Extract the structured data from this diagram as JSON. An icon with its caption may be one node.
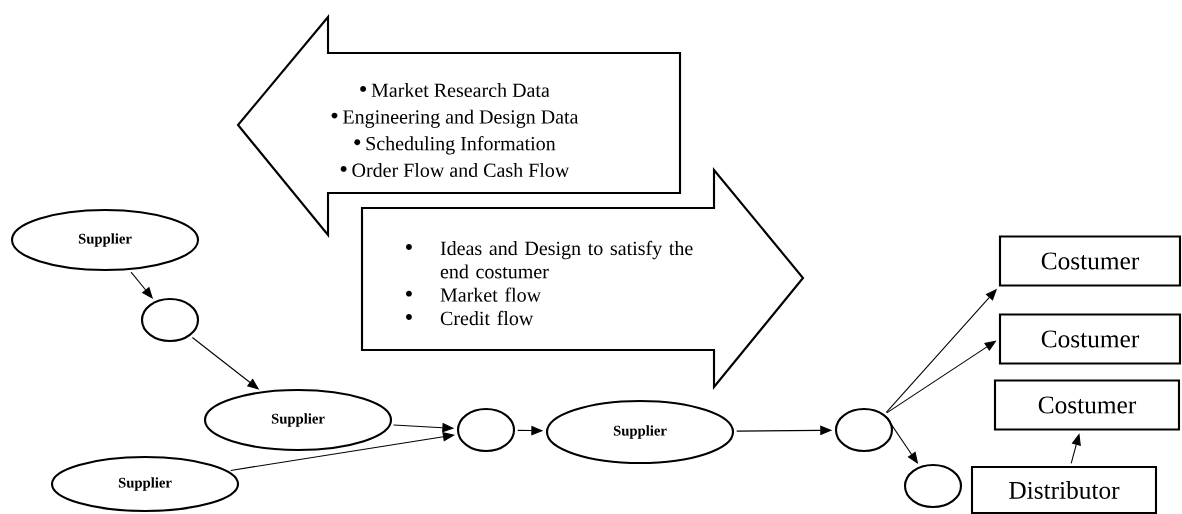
{
  "diagram": {
    "nodes": [
      {
        "text": [
          "Market Research Data",
          "Engineering and Design Data",
          "Scheduling Information",
          "Order Flow and Cash Flow"
        ]
      },
      {
        "text": [
          "Ideas and Design to satisfy the end costumer",
          "Market flow",
          "Credit flow"
        ]
      },
      {
        "text": [
          "Supplier"
        ]
      },
      {
        "text": [],
        "shape": "circle"
      },
      {
        "text": [
          "Supplier"
        ]
      },
      {
        "text": [
          "Supplier"
        ]
      },
      {
        "text": [],
        "shape": "circle"
      },
      {
        "text": [
          "Supplier"
        ]
      },
      {
        "text": [],
        "shape": "circle"
      },
      {
        "text": [
          "Costumer"
        ]
      },
      {
        "text": [
          "Costumer"
        ]
      },
      {
        "text": [
          "Costumer"
        ]
      },
      {
        "text": [],
        "shape": "circle"
      },
      {
        "text": [
          "Distributor"
        ]
      }
    ],
    "edges": [
      {
        "from": 2,
        "to": 3,
        "arrow": "to"
      },
      {
        "from": 3,
        "to": 4,
        "arrow": "to"
      },
      {
        "from": 4,
        "to": 6,
        "arrow": "to"
      },
      {
        "from": 5,
        "to": 6,
        "arrow": "to"
      },
      {
        "from": 6,
        "to": 7,
        "arrow": "to"
      },
      {
        "from": 7,
        "to": 8,
        "arrow": "to"
      },
      {
        "from": 8,
        "to": 9,
        "arrow": "to"
      },
      {
        "from": 8,
        "to": 10,
        "arrow": "to"
      },
      {
        "from": 8,
        "to": 12,
        "arrow": "to"
      },
      {
        "from": 13,
        "to": 11,
        "arrow": "to"
      }
    ]
  }
}
